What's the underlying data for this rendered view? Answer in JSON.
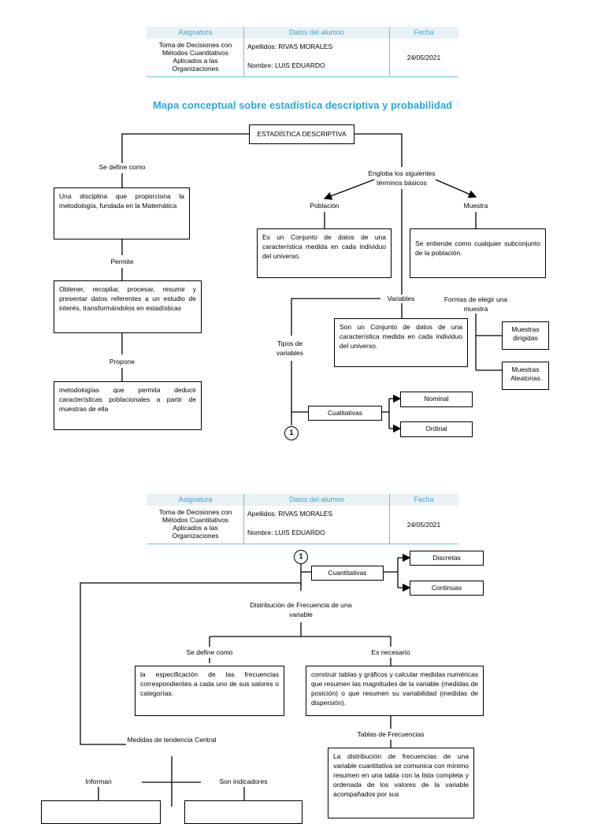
{
  "header": {
    "col_subject": "Asignatura",
    "col_student": "Datos del alumno",
    "col_date": "Fecha",
    "subject": "Toma de Decisiones con Métodos Cuantitativos Aplicados a las Organizaciones",
    "surnames": "Apellidos: RIVAS MORALES",
    "name": "Nombre: LUIS EDUARDO",
    "date": "24/05/2021"
  },
  "title": "Mapa conceptual sobre estadística descriptiva y probabilidad",
  "page1": {
    "root": "ESTADÍSTICA DESCRIPTIVA",
    "se_define_como": "Se define como",
    "definition": "Una disciplina que proporciona la metodología, fundada en la Matemática",
    "permite": "Permite",
    "permite_text": "Obtener, recopilar, procesar, resumir y presentar datos referentes a un estudio de interés, transformándolos en estadísticas",
    "propone": "Propone",
    "propone_text": "metodologías que permita deducir características poblacionales a partir de muestras de ella",
    "engloba": "Engloba los siguientes términos básicos",
    "poblacion": "Población",
    "poblacion_text": "Es un Conjunto de datos de una característica medida en cada individuo del universo.",
    "muestra": "Muestra",
    "muestra_text": "Se entiende como cualquier subconjunto de la población.",
    "variables": "Variables",
    "variables_text": "Son un Conjunto de datos de una característica medida en cada individuo del universo.",
    "formas_elegir": "Formas de elegir una muestra",
    "muestras_dirigidas": "Muestras dirigidas",
    "muestras_aleatorias": "Muestras Aleatorias",
    "tipos_variables": "Tipos de variables",
    "cualitativas": "Cualitativas",
    "nominal": "Nominal",
    "ordinal": "Ordinal",
    "connector": "1"
  },
  "page2": {
    "connector": "1",
    "cuantitativas": "Cuantitativas",
    "discretas": "Discretas",
    "continuas": "Continuas",
    "distribucion": "Distribución de Frecuencia de una variable",
    "se_define_como": "Se define como",
    "definition": "la especificación de las frecuencias correspondientes a cada uno de sus valores o categorías.",
    "es_necesario": "Es necesario",
    "necesario_text": "construir tablas y gráficos y calcular medidas numéricas que resumen las magnitudes de la variable (medidas de posición) o que resumen su variabilidad (medidas de dispersión).",
    "tablas": "Tablas de Frecuencias",
    "tablas_text": "La distribución de frecuencias de una variable cuantitativa se comunica con mínimo resumen en una tabla con la lista completa y ordenada de los valores de la variable acompañados por sus",
    "medidas": "Medidas de tendencia Central",
    "informan": "Informan",
    "son_indicadores": "Son indicadores"
  }
}
